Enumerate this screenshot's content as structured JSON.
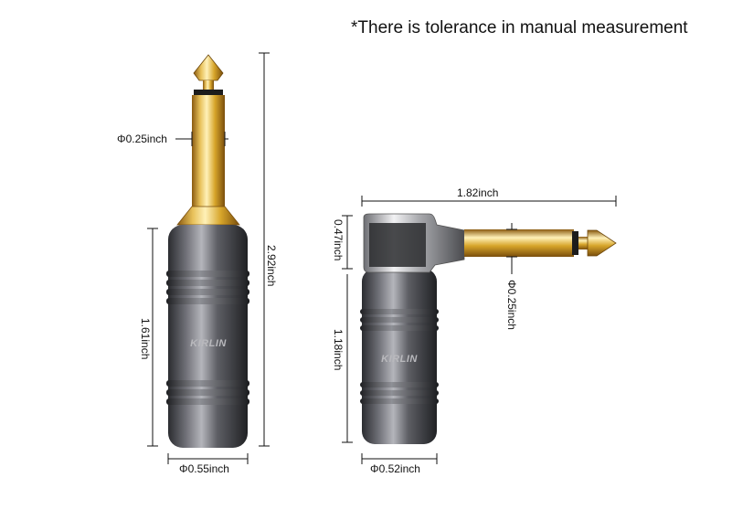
{
  "note": "*There is tolerance in manual measurement",
  "straight_plug": {
    "brand": "KIRLIN",
    "tip_diameter": "Φ0.25inch",
    "total_length": "2.92inch",
    "body_length": "1.61inch",
    "body_diameter": "Φ0.55inch"
  },
  "angled_plug": {
    "brand": "KIRLIN",
    "overall_length": "1.82inch",
    "head_height": "0.47inch",
    "tip_diameter": "Φ0.25inch",
    "body_length": "1.18inch",
    "body_diameter": "Φ0.52inch"
  },
  "colors": {
    "gold": "#d7a52a",
    "gunmetal": "#55565c",
    "chrome": "#c8c8cc",
    "dimension_line": "#111111"
  }
}
